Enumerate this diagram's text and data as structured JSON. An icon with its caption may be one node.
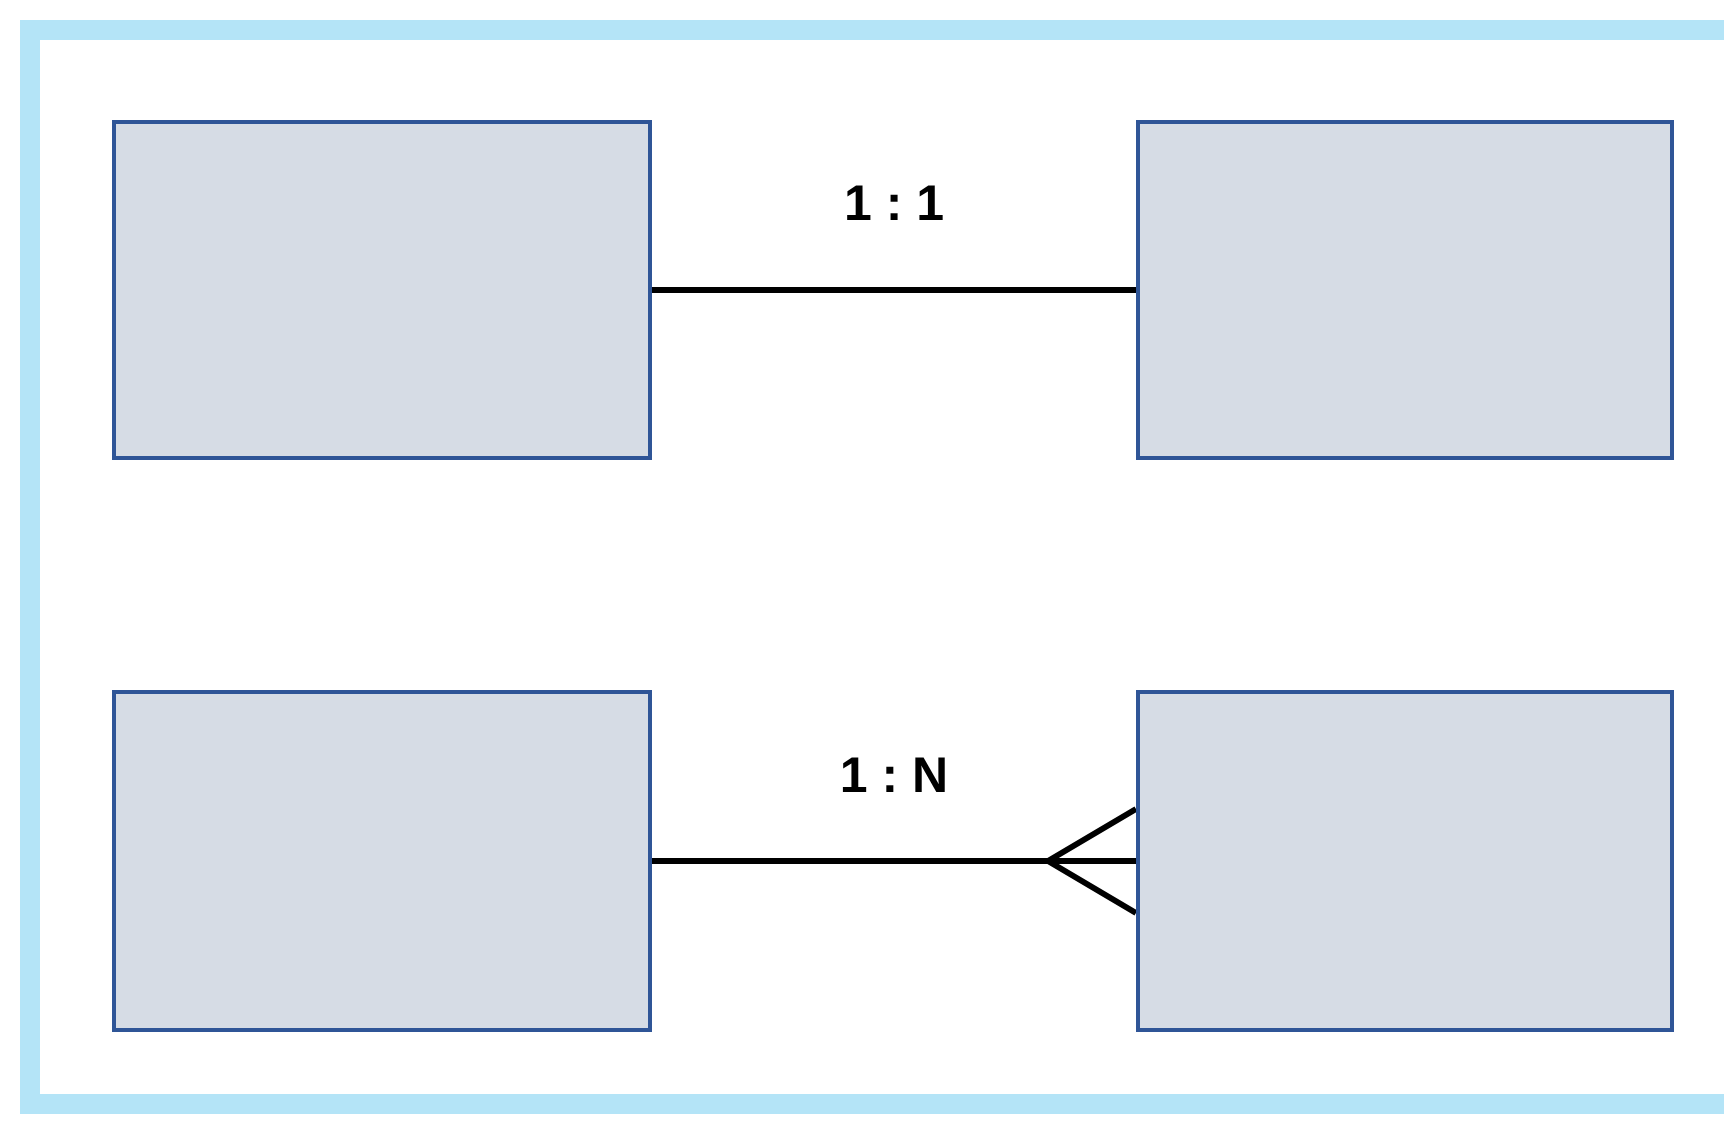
{
  "diagram": {
    "nodes": [
      {
        "text": [],
        "shape": "box"
      },
      {
        "text": [],
        "shape": "box"
      },
      {
        "text": [],
        "shape": "box"
      },
      {
        "text": [],
        "shape": "box"
      }
    ],
    "edges": [
      {
        "from": 0,
        "to": 1,
        "arrow": "none",
        "label": "1 : 1"
      },
      {
        "from": 2,
        "to": 3,
        "arrow": "other",
        "label": "1 : N"
      }
    ]
  }
}
